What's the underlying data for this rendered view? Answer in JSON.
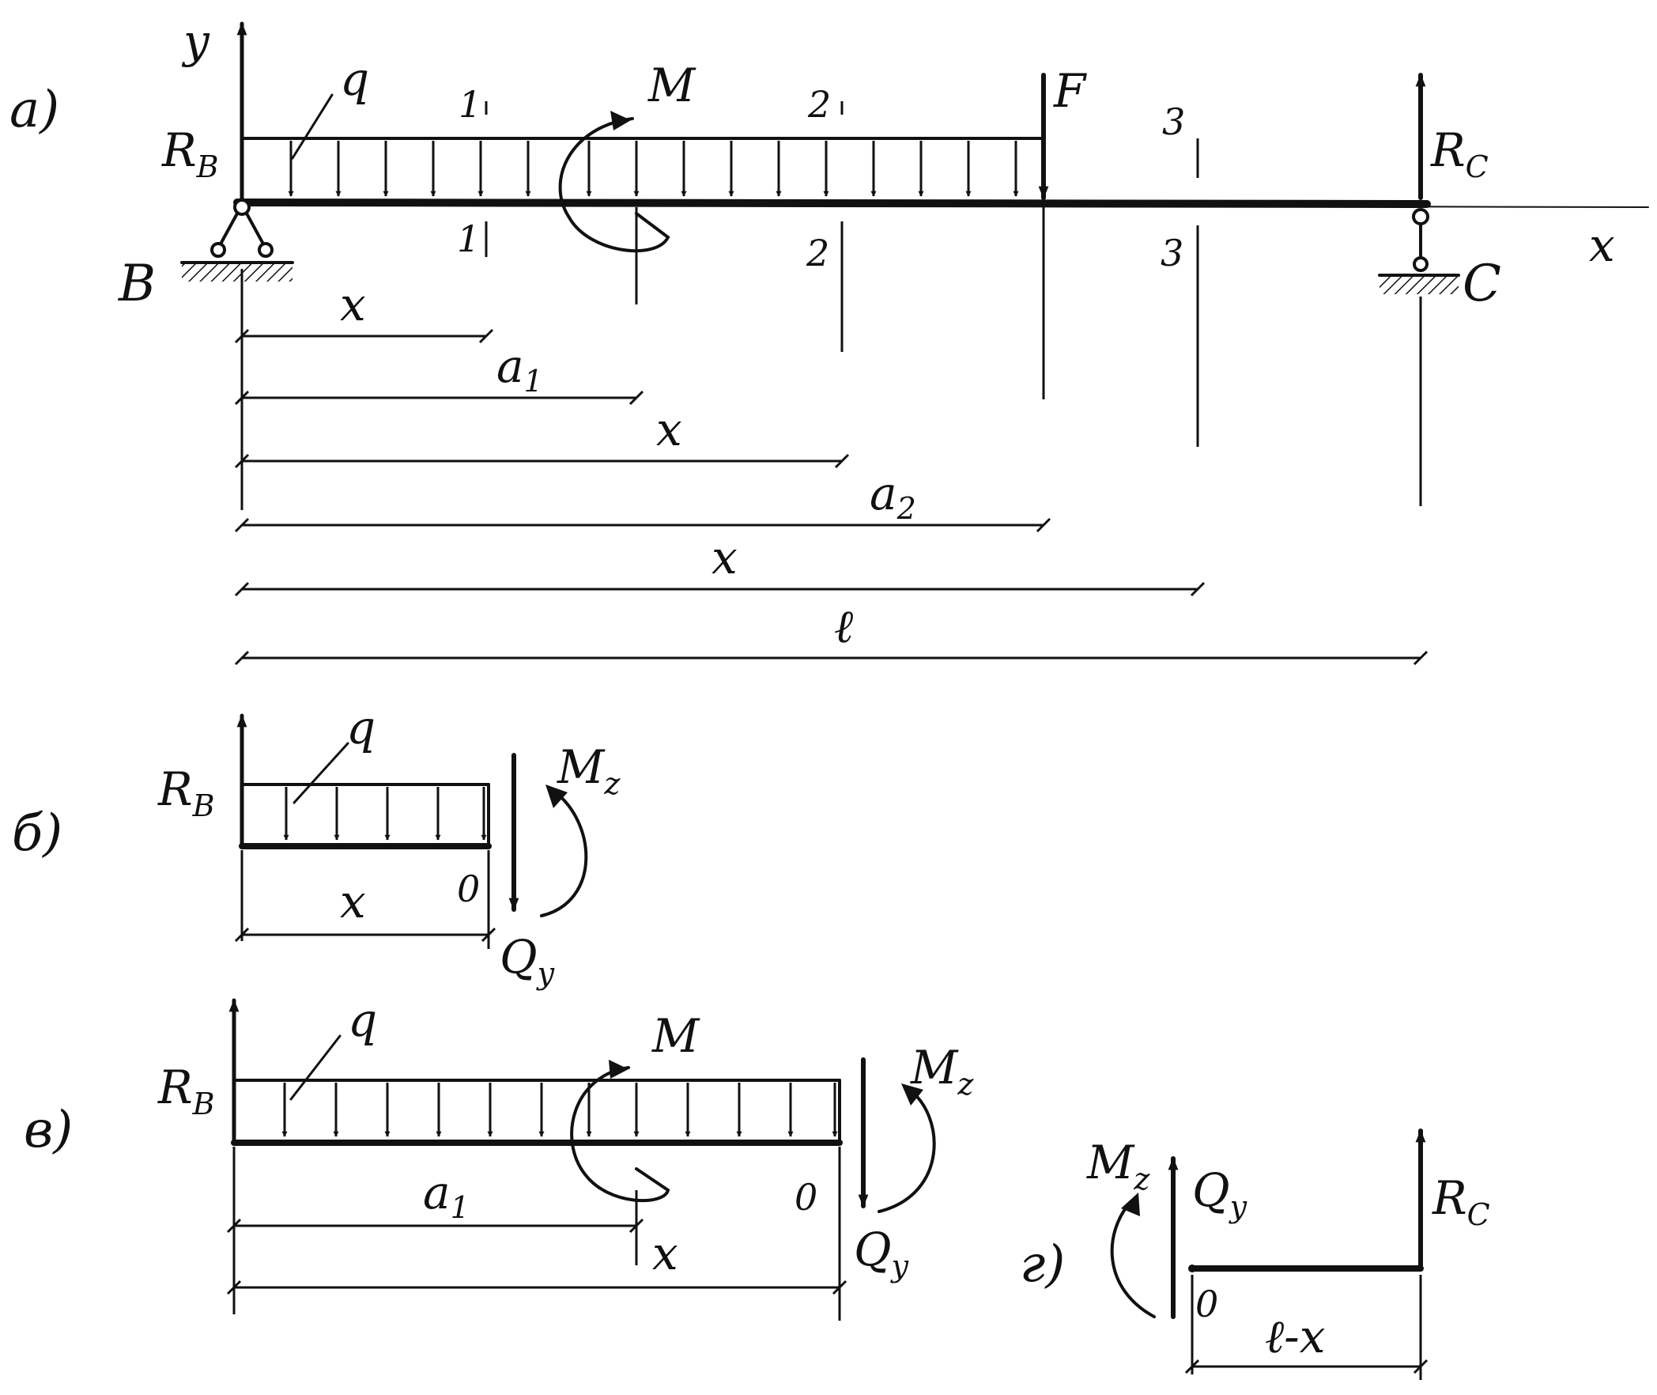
{
  "panels": {
    "a": {
      "panel_label": "а)",
      "y_axis_label": "y",
      "x_axis_label": "x",
      "support_b_label": "B",
      "support_c_label": "C",
      "reaction_b": {
        "base": "R",
        "sub": "B"
      },
      "reaction_c": {
        "base": "R",
        "sub": "C"
      },
      "load_q": "q",
      "moment_m": "M",
      "force_f": "F",
      "section_1": "1",
      "section_2": "2",
      "section_3": "3",
      "dim_x1": "x",
      "dim_a1": {
        "base": "a",
        "sub": "1"
      },
      "dim_x2": "x",
      "dim_a2": {
        "base": "a",
        "sub": "2"
      },
      "dim_x3": "x",
      "dim_l": "ℓ"
    },
    "b": {
      "panel_label": "б)",
      "reaction_b": {
        "base": "R",
        "sub": "B"
      },
      "load_q": "q",
      "moment_mz": {
        "base": "M",
        "sub": "z"
      },
      "shear_qy": {
        "base": "Q",
        "sub": "y"
      },
      "origin": "0",
      "dim_x": "x"
    },
    "c": {
      "panel_label": "в)",
      "reaction_b": {
        "base": "R",
        "sub": "B"
      },
      "load_q": "q",
      "moment_m": "M",
      "moment_mz": {
        "base": "M",
        "sub": "z"
      },
      "shear_qy": {
        "base": "Q",
        "sub": "y"
      },
      "origin": "0",
      "dim_a1": {
        "base": "a",
        "sub": "1"
      },
      "dim_x": "x"
    },
    "d": {
      "panel_label": "г)",
      "moment_mz": {
        "base": "M",
        "sub": "z"
      },
      "shear_qy": {
        "base": "Q",
        "sub": "y"
      },
      "reaction_c": {
        "base": "R",
        "sub": "C"
      },
      "origin": "0",
      "dim_lx": "ℓ-x"
    }
  }
}
